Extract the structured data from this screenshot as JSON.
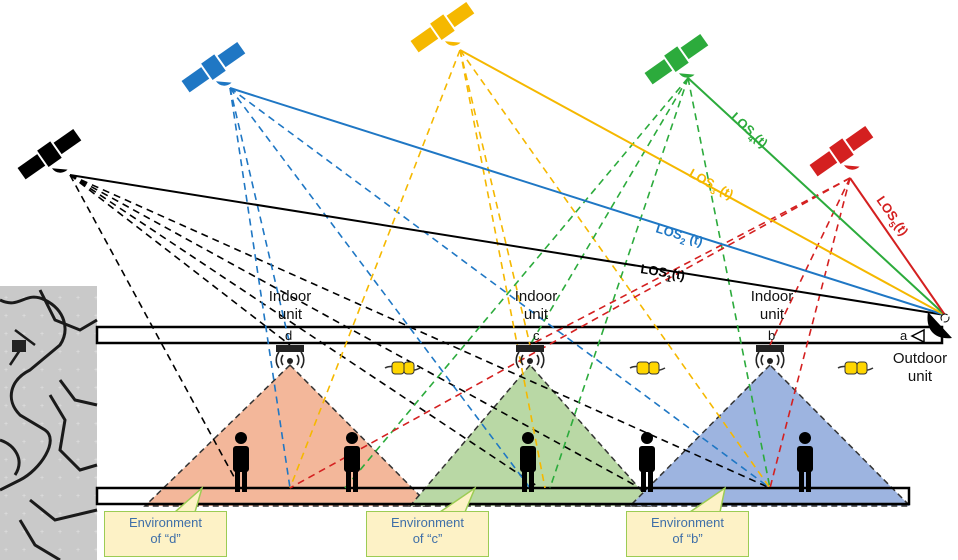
{
  "los": [
    {
      "base": "LOS",
      "sub": "1",
      "tail": "(t)",
      "color": "#000000"
    },
    {
      "base": "LOS",
      "sub": "2",
      "tail": " (t)",
      "color": "#1f77c4"
    },
    {
      "base": "LOS",
      "sub": "3",
      "tail": " (t)",
      "color": "#f5b800"
    },
    {
      "base": "LOS",
      "sub": "4",
      "tail": "(t)",
      "color": "#2cab3c"
    },
    {
      "base": "LOS",
      "sub": "5",
      "tail": "(t)",
      "color": "#d42020"
    }
  ],
  "units": {
    "indoor_line1": "Indoor",
    "indoor_line2": "unit",
    "outdoor_line1": "Outdoor",
    "outdoor_line2": "unit",
    "letters": {
      "a": "a",
      "b": "b",
      "c": "c",
      "d": "d"
    }
  },
  "environments": {
    "d": {
      "line1": "Environment",
      "line2": "of “d”"
    },
    "c": {
      "line1": "Environment",
      "line2": "of “c”"
    },
    "b": {
      "line1": "Environment",
      "line2": "of “b”"
    }
  },
  "colors": {
    "black": "#000000",
    "blue": "#1f77c4",
    "yellow": "#f5b800",
    "green": "#2cab3c",
    "red": "#d42020",
    "cone_orange": "#f3b79a",
    "cone_green": "#b9d8a5",
    "cone_blue": "#9db4e0",
    "callout_fill": "#fdf2c6",
    "callout_border": "#9ccc54",
    "callout_text": "#3f6fa8",
    "map_bg": "#c8c8c8"
  }
}
